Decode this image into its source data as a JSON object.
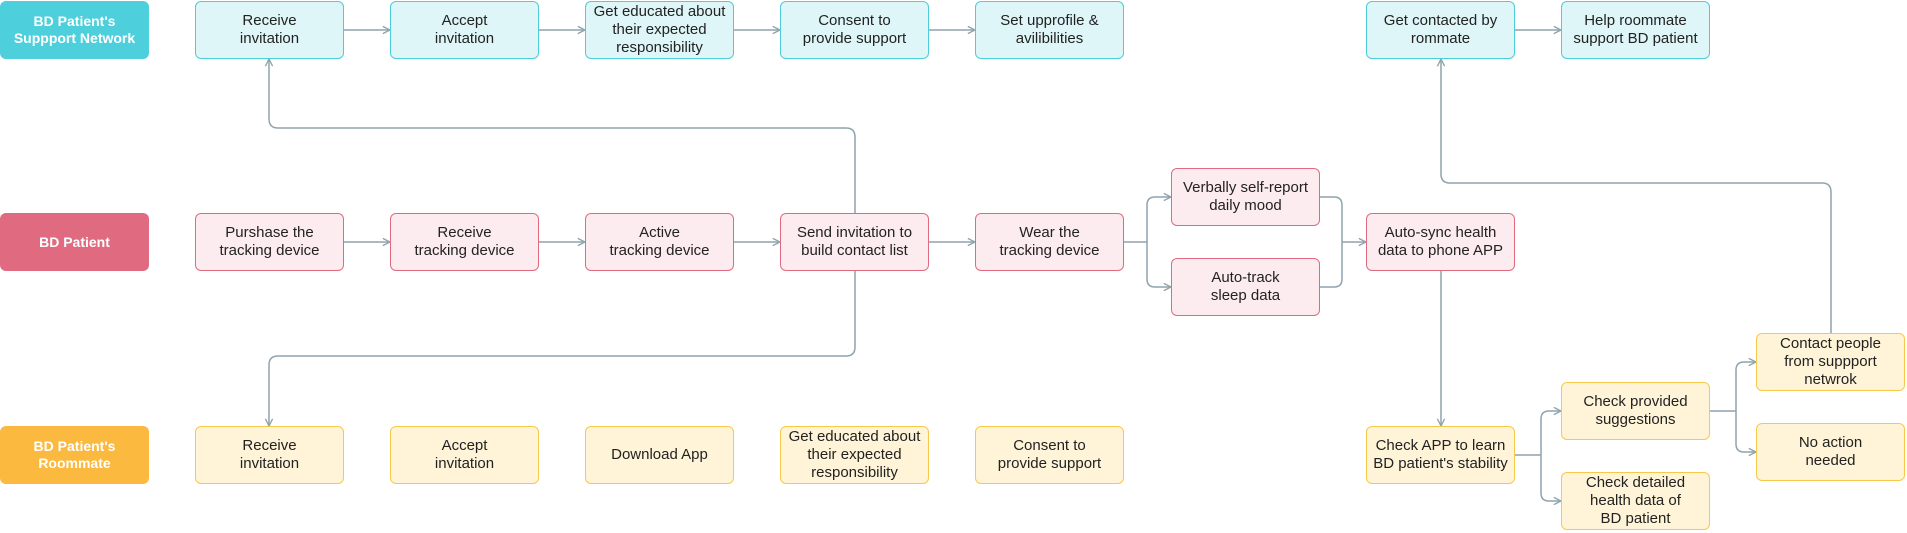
{
  "colors": {
    "support_lane": "#4dd0dc",
    "patient_lane": "#e06b80",
    "roommate_lane": "#fbb940",
    "connector": "#8fa4ad"
  },
  "lanes": {
    "support": "BD Patient's\nSuppport Network",
    "patient": "BD Patient",
    "roommate": "BD Patient's\nRoommate"
  },
  "nodes": {
    "s1": "Receive\ninvitation",
    "s2": "Accept\ninvitation",
    "s3": "Get educated about\ntheir expected\nresponsibility",
    "s4": "Consent to\nprovide support",
    "s5": "Set upprofile &\navilibilities",
    "s6": "Get contacted by\nrommate",
    "s7": "Help roommate\nsupport BD patient",
    "p1": "Purshase the\ntracking device",
    "p2": "Receive\ntracking device",
    "p3": "Active\ntracking device",
    "p4": "Send invitation to\nbuild contact list",
    "p5": "Wear the\ntracking device",
    "p6": "Verbally self-report\ndaily mood",
    "p7": "Auto-track\nsleep data",
    "p8": "Auto-sync health\ndata to phone APP",
    "r1": "Receive\ninvitation",
    "r2": "Accept\ninvitation",
    "r3": "Download App",
    "r4": "Get educated about\ntheir expected\nresponsibility",
    "r5": "Consent to\nprovide support",
    "r6": "Check APP to learn\nBD patient's stability",
    "r7": "Check provided\nsuggestions",
    "r8": "Check detailed\nhealth data of\nBD patient",
    "r9": "Contact people\nfrom suppport\nnetwrok",
    "r10": "No action\nneeded"
  }
}
